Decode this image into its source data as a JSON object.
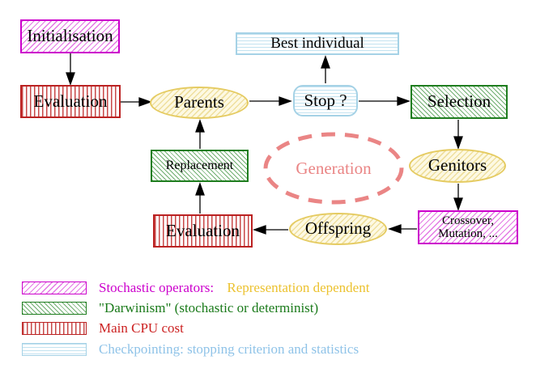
{
  "nodes": {
    "initialisation": "Initialisation",
    "evaluation_top": "Evaluation",
    "parents": "Parents",
    "stop": "Stop ?",
    "best_individual": "Best individual",
    "selection": "Selection",
    "genitors": "Genitors",
    "crossover_line1": "Crossover,",
    "crossover_line2": "Mutation, ...",
    "offspring": "Offspring",
    "evaluation_bottom": "Evaluation",
    "replacement": "Replacement",
    "generation": "Generation"
  },
  "legend": [
    {
      "label": "Stochastic operators:",
      "label2": "Representation dependent"
    },
    {
      "label": "\"Darwinism\" (stochastic or determinist)"
    },
    {
      "label": "Main CPU cost"
    },
    {
      "label": "Checkpointing: stopping criterion and statistics"
    }
  ],
  "colors": {
    "magenta": "#cc00cc",
    "green": "#1e7d1e",
    "red": "#cc2222",
    "cyan_border": "#a5d2e6",
    "cyan_text": "#8fc3e8",
    "gold_border": "#e5cb61",
    "gold_text": "#ecc22f",
    "salmon": "#ea8585",
    "arrow": "#000000"
  }
}
